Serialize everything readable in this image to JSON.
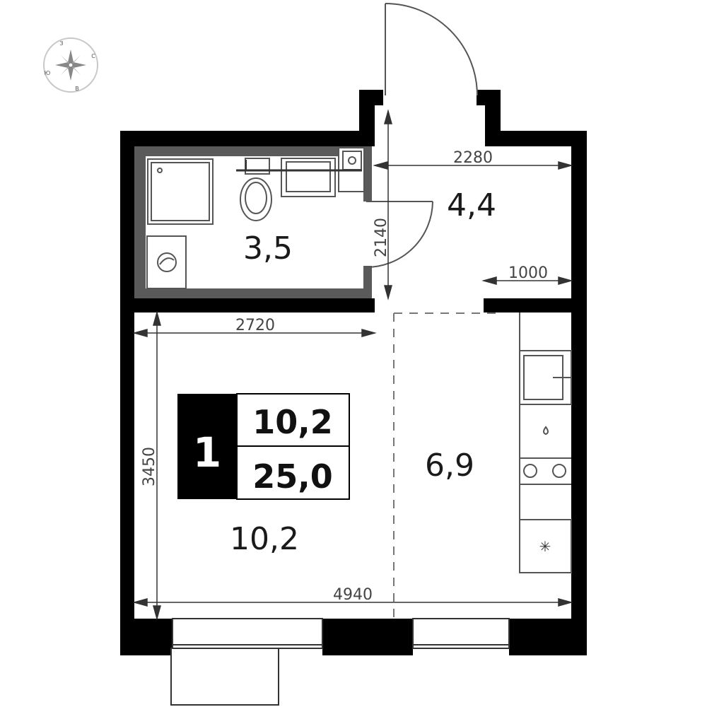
{
  "compass": {
    "north": "З",
    "east": "С",
    "south": "В",
    "west": "Ю"
  },
  "rooms": {
    "bathroom_area": "3,5",
    "hallway_area": "4,4",
    "living_area": "10,2",
    "kitchen_area": "6,9"
  },
  "dimensions": {
    "hall_width": "2280",
    "hall_length": "2140",
    "passage_width": "1000",
    "room_width": "2720",
    "room_depth": "3450",
    "total_width": "4940"
  },
  "summary": {
    "rooms_count": "1",
    "living_area": "10,2",
    "total_area": "25,0"
  },
  "colors": {
    "wall": "#000000",
    "partition": "#5a5a5a",
    "fixture_stroke": "#555555",
    "dimension_text": "#444444"
  }
}
